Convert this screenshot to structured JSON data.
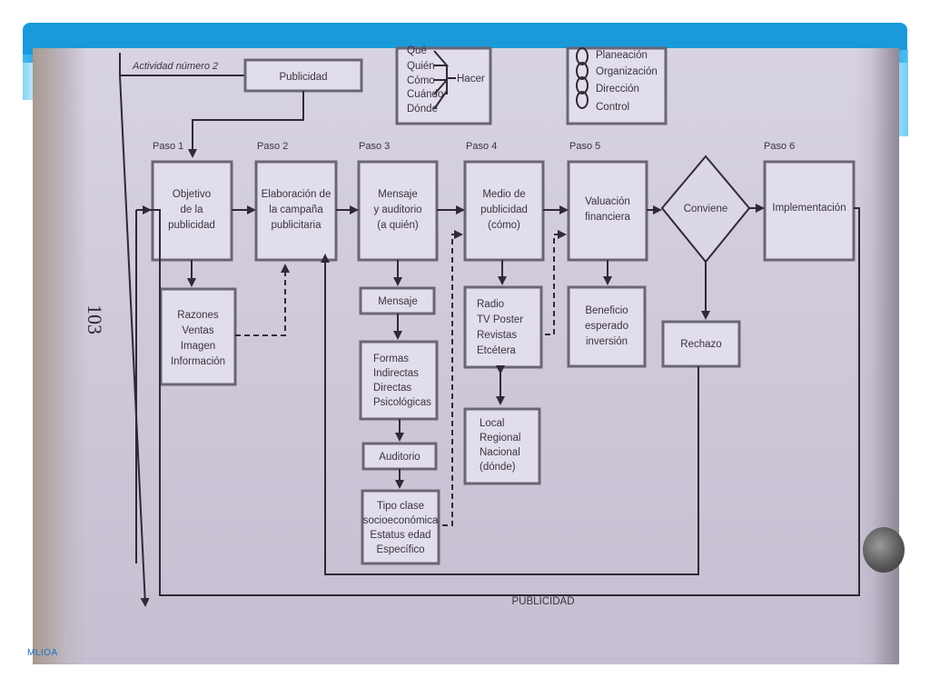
{
  "footer": "MLIOA",
  "page_number": "103",
  "activity": "Actividad número 2",
  "top_box": "Publicidad",
  "questions": [
    "Qué",
    "Quién",
    "Cómo",
    "Cuándo",
    "Dónde"
  ],
  "questions_verb": "Hacer",
  "admin_functions": [
    "Planeación",
    "Organización",
    "Dirección",
    "Control"
  ],
  "steps": [
    "Paso 1",
    "Paso 2",
    "Paso 3",
    "Paso 4",
    "Paso 5",
    "Paso 6"
  ],
  "main_boxes": {
    "objetivo": [
      "Objetivo",
      "de la",
      "publicidad"
    ],
    "elaboracion": [
      "Elaboración de",
      "la campaña",
      "publicitaria"
    ],
    "mensaje_auditorio": [
      "Mensaje",
      "y auditorio",
      "(a quién)"
    ],
    "medio": [
      "Medio de",
      "publicidad",
      "(cómo)"
    ],
    "valuacion": [
      "Valuación",
      "financiera"
    ],
    "conviene": "Conviene",
    "implementacion": "Implementación"
  },
  "sub_boxes": {
    "razones": [
      "Razones",
      "Ventas",
      "Imagen",
      "Información"
    ],
    "mensaje": "Mensaje",
    "formas": [
      "Formas",
      "Indirectas",
      "Directas",
      "Psicológicas"
    ],
    "auditorio": "Auditorio",
    "tipo": [
      "Tipo clase",
      "socioeconómica",
      "Estatus edad",
      "Específico"
    ],
    "medios": [
      "Radio",
      "TV Poster",
      "Revistas",
      "Etcétera"
    ],
    "local": [
      "Local",
      "Regional",
      "Nacional",
      "(dónde)"
    ],
    "beneficio": [
      "Beneficio",
      "esperado",
      "inversión"
    ],
    "rechazo": "Rechazo"
  },
  "bottom_label": "PUBLICIDAD"
}
